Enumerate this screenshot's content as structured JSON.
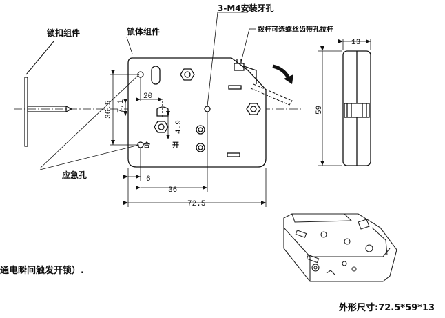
{
  "labels": {
    "lock_catch": "锁扣组件",
    "lock_body": "锁体组件",
    "m4_holes": "3-M4安装牙孔",
    "lever_note": "拨杆可选螺丝齿带孔拉杆",
    "emergency_hole": "应急孔",
    "mark_close": "合",
    "mark_open": "开"
  },
  "dimensions": {
    "d20": "20",
    "d36_5": "36.5",
    "d7_1": "7.1",
    "d4_9": "4.9",
    "d6": "6",
    "d36": "36",
    "d72_5": "72.5",
    "d59": "59",
    "d13": "13"
  },
  "caption_left": "通电瞬间触发开锁）.",
  "caption_size": "外形尺寸:72.5*59*13"
}
